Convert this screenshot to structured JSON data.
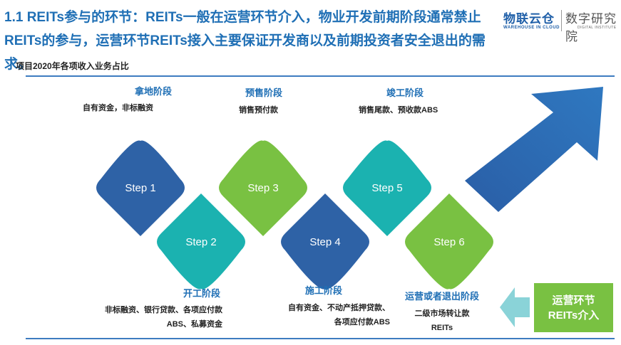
{
  "header": {
    "title": "1.1 REITs参与的环节：REITs一般在运营环节介入，物业开发前期阶段通常禁止REITs的参与，运营环节REITs接入主要保证开发商以及前期投资者安全退出的需求。",
    "subtitle": "项目2020年各项收入业务占比"
  },
  "logo": {
    "brand_cn": "物联云仓",
    "brand_en": "WAREHOUSE IN CLOUD",
    "institute_cn": "数字研究院",
    "institute_en": "DIGITAL INSTITUTE"
  },
  "steps": [
    {
      "label": "Step 1",
      "color": "#2e62a6"
    },
    {
      "label": "Step 2",
      "color": "#1bb2b0"
    },
    {
      "label": "Step 3",
      "color": "#79c142"
    },
    {
      "label": "Step 4",
      "color": "#2e62a6"
    },
    {
      "label": "Step 5",
      "color": "#1bb2b0"
    },
    {
      "label": "Step 6",
      "color": "#79c142"
    }
  ],
  "stages": {
    "land": {
      "title": "拿地阶段",
      "desc": "自有资金，非标融资"
    },
    "presale": {
      "title": "预售阶段",
      "desc": "销售预付款"
    },
    "completion": {
      "title": "竣工阶段",
      "desc": "销售尾款、预收款ABS"
    },
    "start": {
      "title": "开工阶段",
      "line1": "非标融资、银行贷款、各项应付款",
      "line2": "ABS、私募资金"
    },
    "construction": {
      "title": "施工阶段",
      "line1": "自有资金、不动产抵押贷款、",
      "line2": "各项应付款ABS"
    },
    "operation": {
      "title": "运营或者退出阶段",
      "line1": "二级市场转让款",
      "line2": "REITs"
    }
  },
  "callout": {
    "line1": "运营环节",
    "line2": "REITs介入"
  },
  "colors": {
    "blue": "#2e62a6",
    "teal": "#1bb2b0",
    "green": "#79c142",
    "arrow_blue": "#2c6db5",
    "light_teal": "#8ad3d8"
  }
}
